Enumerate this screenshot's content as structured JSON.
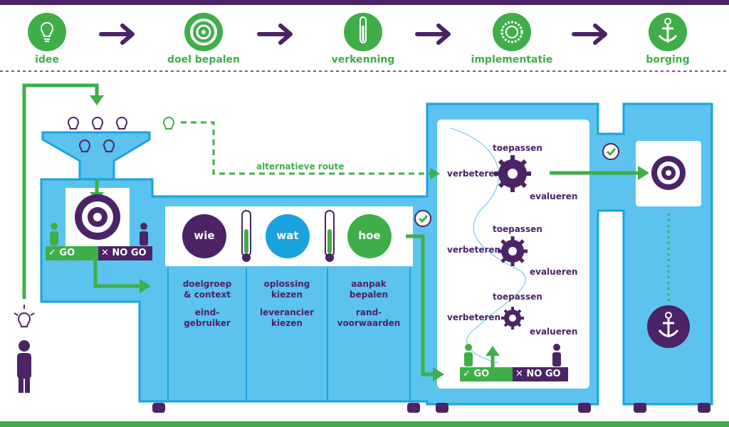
{
  "colors": {
    "purple": "#4b2366",
    "green": "#3fae49",
    "sky": "#5bc3ee",
    "blue": "#1aa2dc",
    "white": "#ffffff"
  },
  "steps": [
    {
      "label": "idee",
      "icon": "lightbulb-icon"
    },
    {
      "label": "doel bepalen",
      "icon": "target-icon"
    },
    {
      "label": "verkenning",
      "icon": "thermometer-icon"
    },
    {
      "label": "implementatie",
      "icon": "gear-icon"
    },
    {
      "label": "borging",
      "icon": "anchor-icon"
    }
  ],
  "go": {
    "go": "GO",
    "nogo": "NO GO"
  },
  "alt_route": "alternatieve route",
  "circles": {
    "wie": "wie",
    "wat": "wat",
    "hoe": "hoe"
  },
  "columns": [
    {
      "line1": "doelgroep",
      "line2": "& context",
      "line3": "eind-",
      "line4": "gebruiker"
    },
    {
      "line1": "oplossing",
      "line2": "kiezen",
      "line3": "leverancier",
      "line4": "kiezen"
    },
    {
      "line1": "aanpak",
      "line2": "bepalen",
      "line3": "rand-",
      "line4": "voorwaarden"
    }
  ],
  "cycle": {
    "apply": "toepassen",
    "improve": "verbeteren",
    "evaluate": "evalueren"
  }
}
